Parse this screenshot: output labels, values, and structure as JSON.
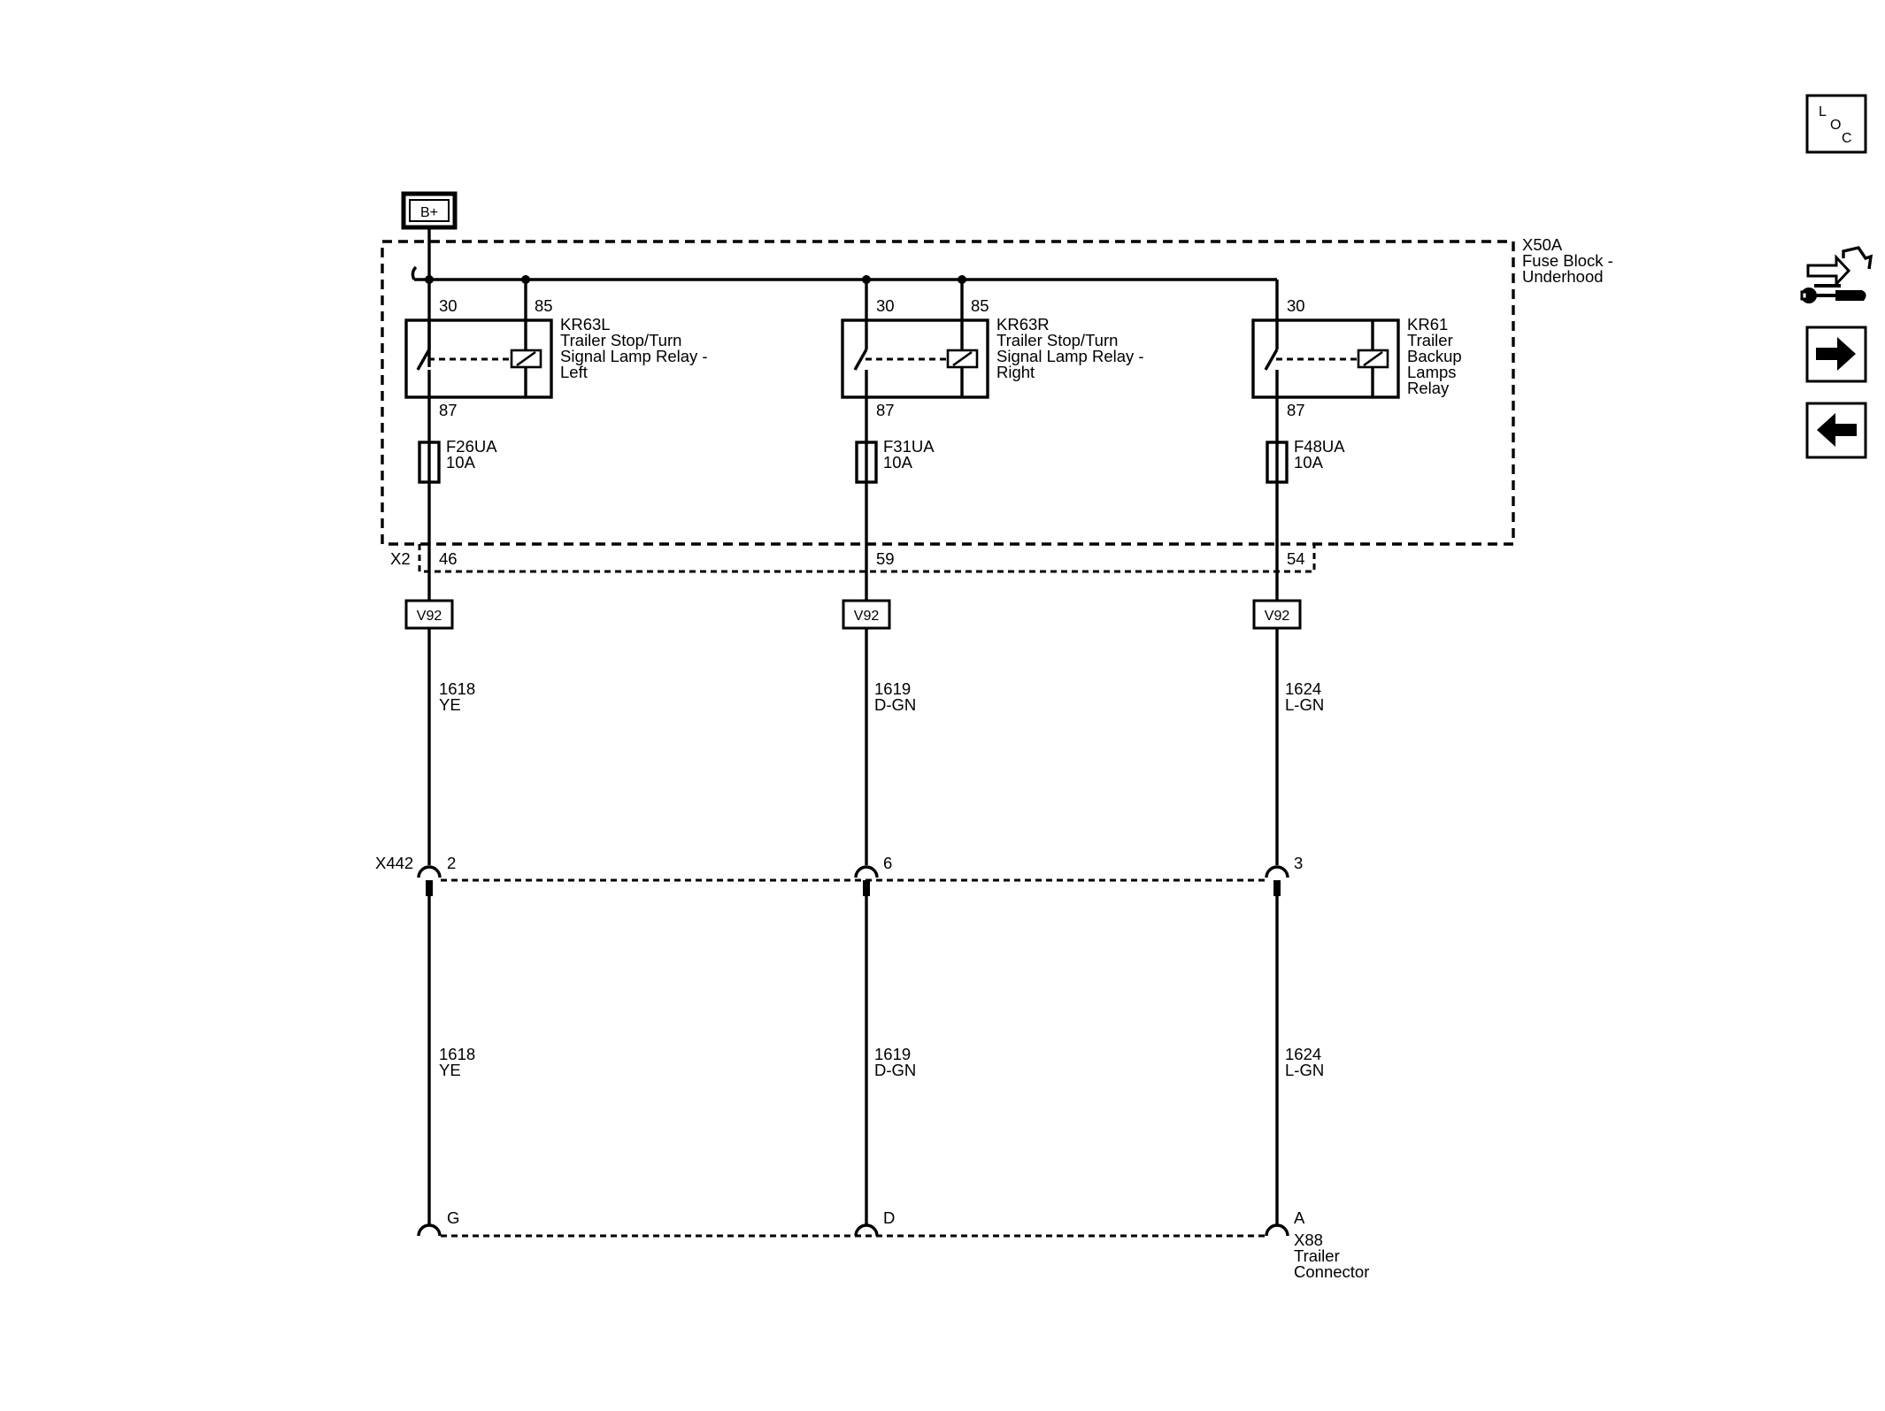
{
  "power": {
    "label": "B+"
  },
  "fuse_block": {
    "id": "X50A",
    "name_line1": "Fuse Block -",
    "name_line2": "Underhood",
    "connector": "X2"
  },
  "relays": [
    {
      "id": "KR63L",
      "line1": "Trailer Stop/Turn",
      "line2": "Signal Lamp Relay -",
      "line3": "Left",
      "line4": "",
      "pin_in": "30",
      "pin_coil": "85",
      "pin_out": "87"
    },
    {
      "id": "KR63R",
      "line1": "Trailer Stop/Turn",
      "line2": "Signal Lamp Relay -",
      "line3": "Right",
      "line4": "",
      "pin_in": "30",
      "pin_coil": "85",
      "pin_out": "87"
    },
    {
      "id": "KR61",
      "line1": "Trailer",
      "line2": "Backup",
      "line3": "Lamps",
      "line4": "Relay",
      "pin_in": "30",
      "pin_coil": "",
      "pin_out": "87"
    }
  ],
  "fuses": [
    {
      "id": "F26UA",
      "rating": "10A",
      "x2_pin": "46"
    },
    {
      "id": "F31UA",
      "rating": "10A",
      "x2_pin": "59"
    },
    {
      "id": "F48UA",
      "rating": "10A",
      "x2_pin": "54"
    }
  ],
  "option_code": "V92",
  "circuits": [
    {
      "number": "1618",
      "color": "YE"
    },
    {
      "number": "1619",
      "color": "D-GN"
    },
    {
      "number": "1624",
      "color": "L-GN"
    }
  ],
  "inline_connector": {
    "id": "X442",
    "pins": [
      "2",
      "6",
      "3"
    ]
  },
  "trailer_connector": {
    "id": "X88",
    "name_line1": "Trailer",
    "name_line2": "Connector",
    "pins": [
      "G",
      "D",
      "A"
    ]
  },
  "nav": {
    "loc_l": "L",
    "loc_o": "O",
    "loc_c": "C"
  }
}
